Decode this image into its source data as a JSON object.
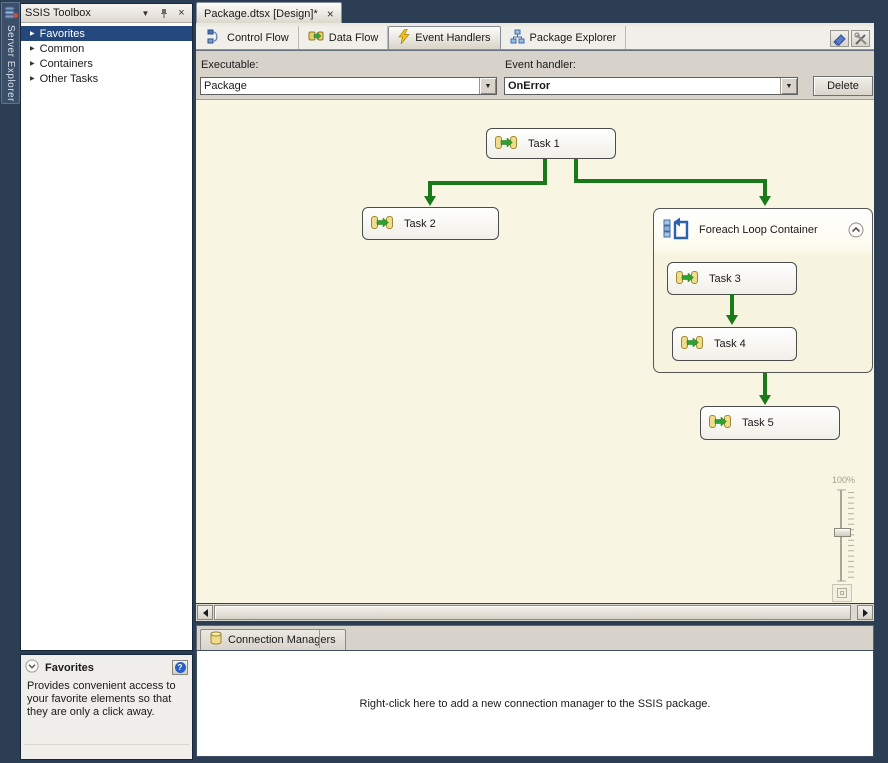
{
  "colors": {
    "chrome": "#2c3e54",
    "canvas_bg": "#f8f5e3",
    "selection_blue": "#24477d",
    "toolbar_band": "#d7d3cb",
    "arrow_green": "#1a7a1a",
    "task_icon_yellow": "#efdc8c"
  },
  "server_explorer": {
    "label": "Server Explorer"
  },
  "toolbox": {
    "title": "SSIS Toolbox",
    "items": [
      {
        "label": "Favorites",
        "selected": true
      },
      {
        "label": "Common",
        "selected": false
      },
      {
        "label": "Containers",
        "selected": false
      },
      {
        "label": "Other Tasks",
        "selected": false
      }
    ]
  },
  "favorites_pane": {
    "title": "Favorites",
    "description": "Provides convenient access to your favorite elements so that they are only a click away."
  },
  "document_tab": {
    "label": "Package.dtsx [Design]*"
  },
  "view_tabs": {
    "control_flow": "Control Flow",
    "data_flow": "Data Flow",
    "event_handlers": "Event Handlers",
    "package_explorer": "Package Explorer"
  },
  "params": {
    "executable_label": "Executable:",
    "executable_value": "Package",
    "event_handler_label": "Event handler:",
    "event_handler_value": "OnError",
    "delete_label": "Delete"
  },
  "canvas": {
    "tasks": [
      {
        "label": "Task 1"
      },
      {
        "label": "Task 2"
      },
      {
        "label": "Task 3"
      },
      {
        "label": "Task 4"
      },
      {
        "label": "Task 5"
      }
    ],
    "container_label": "Foreach Loop Container",
    "zoom_level": "100%"
  },
  "connection_managers": {
    "tab_label": "Connection Managers",
    "hint": "Right-click here to add a new connection manager to the SSIS package."
  },
  "icons": {
    "close-icon": "×",
    "dropdown-caret-icon": "▼",
    "combo-arrow-icon": "▼",
    "tree-expand-icon": "▶",
    "help-icon": "?"
  }
}
